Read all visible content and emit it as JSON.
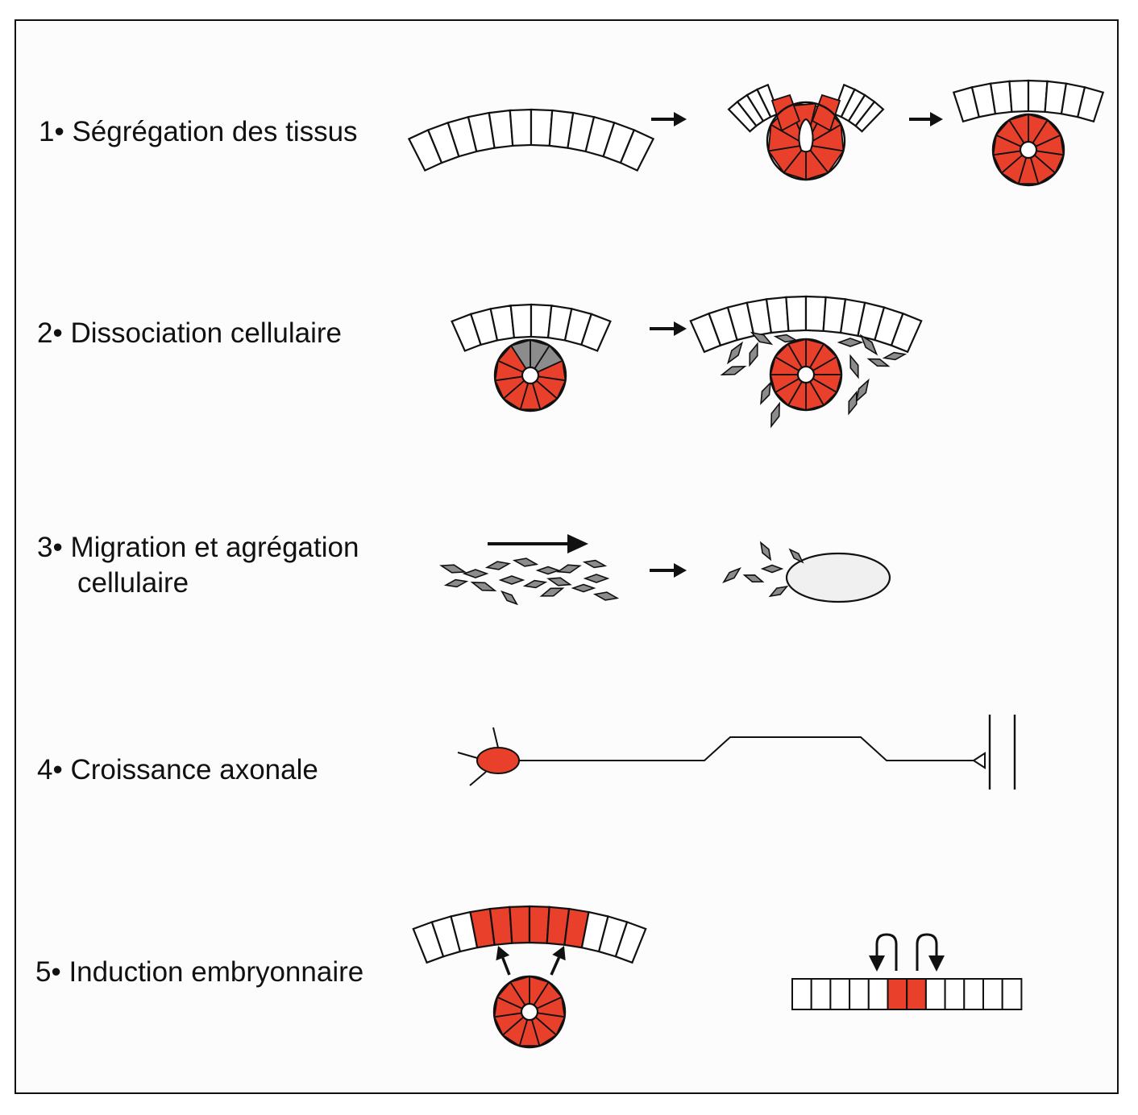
{
  "colors": {
    "red": "#e8402a",
    "gray": "#8c8c8c",
    "light": "#f0f0f0",
    "ink": "#111111"
  },
  "steps": [
    {
      "number": "1•",
      "text": "Ségrégation des tissus"
    },
    {
      "number": "2•",
      "text": "Dissociation cellulaire"
    },
    {
      "number": "3•",
      "text": "Migration et agrégation",
      "text2": "cellulaire"
    },
    {
      "number": "4•",
      "text": "Croissance axonale"
    },
    {
      "number": "5•",
      "text": "Induction embryonnaire"
    }
  ]
}
